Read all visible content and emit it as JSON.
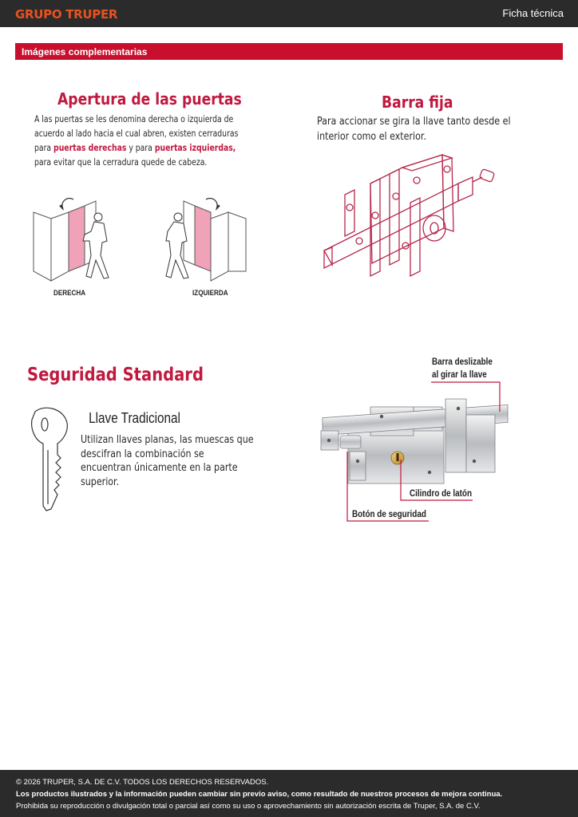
{
  "header": {
    "logo": "GRUPO TRUPER",
    "doc_type": "Ficha técnica"
  },
  "section": {
    "title": "Imágenes complementarias"
  },
  "apertura": {
    "title": "Apertura de las puertas",
    "text_part1": "A las puertas se les denomina derecha o izquierda de acuerdo al lado hacia el cual abren, existen cerraduras para ",
    "text_em1": "puertas derechas",
    "text_part2": " y para ",
    "text_em2": "puertas izquierdas,",
    "text_part3": " para evitar que la cerradura quede de cabeza.",
    "label_right": "DERECHA",
    "label_left": "IZQUIERDA"
  },
  "barra": {
    "title": "Barra fija",
    "text": "Para accionar se gira la llave tanto desde el interior como el exterior."
  },
  "seguridad": {
    "title": "Seguridad Standard",
    "llave_title": "Llave Tradicional",
    "llave_text": "Utilizan llaves planas, las muescas que descifran la combinación se encuentran únicamente en la parte superior.",
    "callout_barra_line1": "Barra deslizable",
    "callout_barra_line2": "al girar la llave",
    "callout_cilindro": "Cilindro de latón",
    "callout_boton": "Botón de seguridad"
  },
  "footer": {
    "copyright": "© 2026 TRUPER, S.A. DE C.V. TODOS LOS DERECHOS RESERVADOS.",
    "notice": "Los productos ilustrados y la información pueden cambiar sin previo aviso, como resultado de nuestros procesos de mejora continua.",
    "prohibition": "Prohibida su reproducción o divulgación total o parcial así como su uso o aprovechamiento sin autorización escrita de Truper, S.A. de C.V."
  },
  "colors": {
    "accent": "#c0193f",
    "bar": "#c8102e",
    "logo": "#e8521f",
    "dark": "#2b2b2b",
    "door_pink": "#f0a3b8"
  }
}
